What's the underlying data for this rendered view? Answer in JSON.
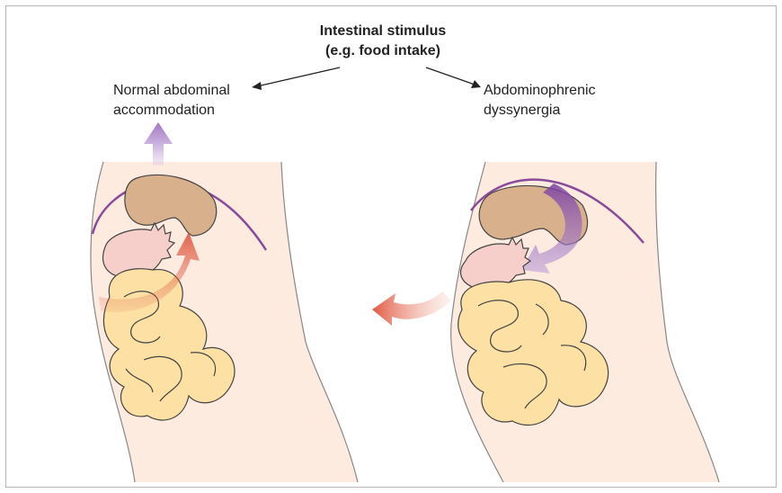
{
  "stimulus": {
    "line1": "Intestinal stimulus",
    "line2": "(e.g. food intake)"
  },
  "left_outcome": {
    "line1": "Normal abdominal",
    "line2": "accommodation"
  },
  "right_outcome": {
    "line1": "Abdominophrenic",
    "line2": "dyssynergia"
  },
  "colors": {
    "skin": "#fdebe0",
    "stomach": "#d9b08c",
    "colon": "#f6cfcb",
    "intestine": "#fce0a4",
    "diaphragm": "#8a4a9a",
    "arrow_purple": "#9b6fc0",
    "arrow_red": "#e26a4f",
    "outline": "#555555"
  }
}
